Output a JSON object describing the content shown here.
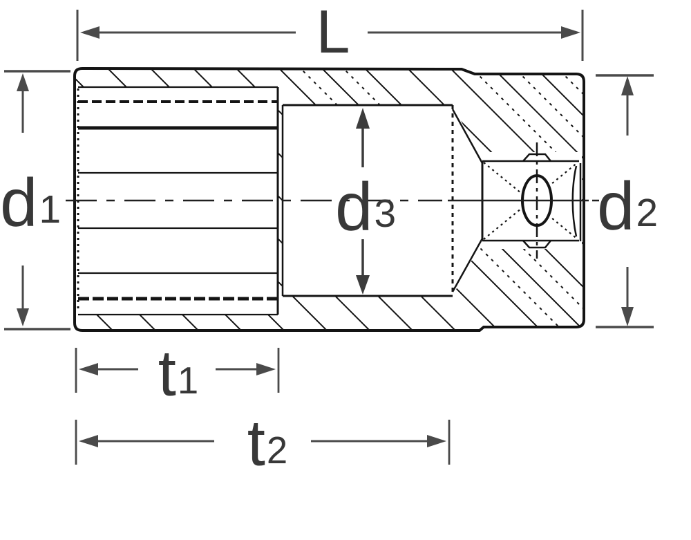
{
  "drawing": {
    "type": "technical-drawing",
    "subject": "deep-socket-cross-section",
    "labels": {
      "L": {
        "base": "L",
        "sub": ""
      },
      "d1": {
        "base": "d",
        "sub": "1"
      },
      "d2": {
        "base": "d",
        "sub": "2"
      },
      "d3": {
        "base": "d",
        "sub": "3"
      },
      "t1": {
        "base": "t",
        "sub": "1"
      },
      "t2": {
        "base": "t",
        "sub": "2"
      }
    },
    "colors": {
      "body_line": "#141414",
      "dimension_line": "#4a4a4a",
      "text": "#383838",
      "background": "#ffffff"
    }
  }
}
